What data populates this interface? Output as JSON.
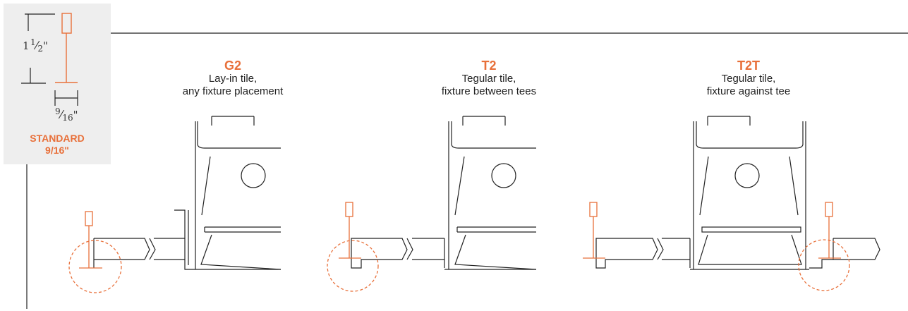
{
  "standard": {
    "height_dim": {
      "whole": "1",
      "num": "1",
      "den": "2",
      "unit": "\""
    },
    "width_dim": {
      "num": "9",
      "den": "16",
      "unit": "\""
    },
    "label_line1": "STANDARD",
    "label_line2": "9/16\""
  },
  "types": [
    {
      "code": "G2",
      "desc_line1": "Lay-in tile,",
      "desc_line2": "any fixture placement"
    },
    {
      "code": "T2",
      "desc_line1": "Tegular tile,",
      "desc_line2": "fixture between tees"
    },
    {
      "code": "T2T",
      "desc_line1": "Tegular tile,",
      "desc_line2": "fixture against tee"
    }
  ],
  "colors": {
    "accent": "#e8703a",
    "line": "#222222",
    "panel": "#eeeeee"
  }
}
